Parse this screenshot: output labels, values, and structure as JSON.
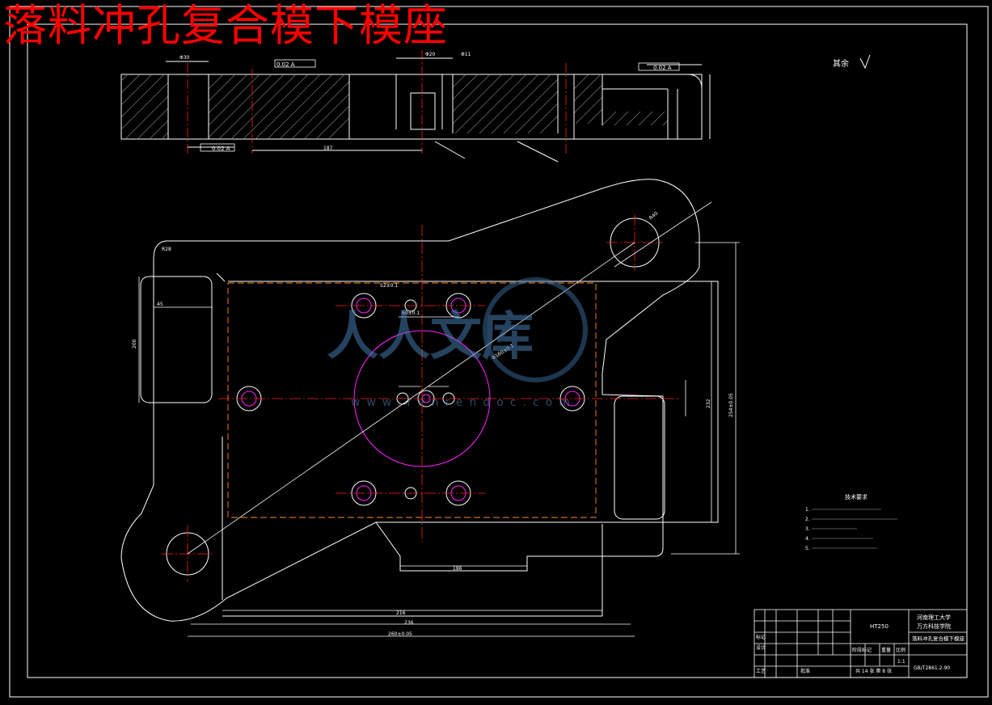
{
  "drawing_title": "落料冲孔复合模下模座",
  "roughness_note": "其余",
  "watermark": {
    "text": "人人文库",
    "url": "www.renrendoc.com"
  },
  "tech_requirements": {
    "heading": "技术要求",
    "items": [
      "1.",
      "2.",
      "3.",
      "4.",
      "5."
    ]
  },
  "dimensions": {
    "top_left_a": "Φ30",
    "tol_flat_1": "0.02 A",
    "tol_flat_2": "0.02 A",
    "tol_flat_3": "0.02 A",
    "top_a": "Φ20",
    "top_b": "Φ11",
    "len_187": "187",
    "len_186": "186",
    "len_216": "216",
    "len_236": "236",
    "len_260": "260±0.05",
    "h_200": "200",
    "h_232": "232",
    "h_254": "254±0.05",
    "w_45": "45",
    "w_60": "60±0.1",
    "w_52": "52±0.1",
    "r_28": "R28",
    "phi_160": "Φ160±0.1",
    "r_40": "R40"
  },
  "title_block": {
    "material": "HT250",
    "school": "河南理工大学",
    "college": "万方科技学院",
    "part_name": "落料冲孔复合模下模座",
    "scale": "1:1",
    "standard": "GB/T2861.2-90",
    "sheet": "共 14 张 第 8 张",
    "design": "设计",
    "process": "工艺",
    "approve": "批准",
    "mark": "标记",
    "stage": "阶段标记",
    "weight": "重量",
    "ratio": "比例"
  }
}
